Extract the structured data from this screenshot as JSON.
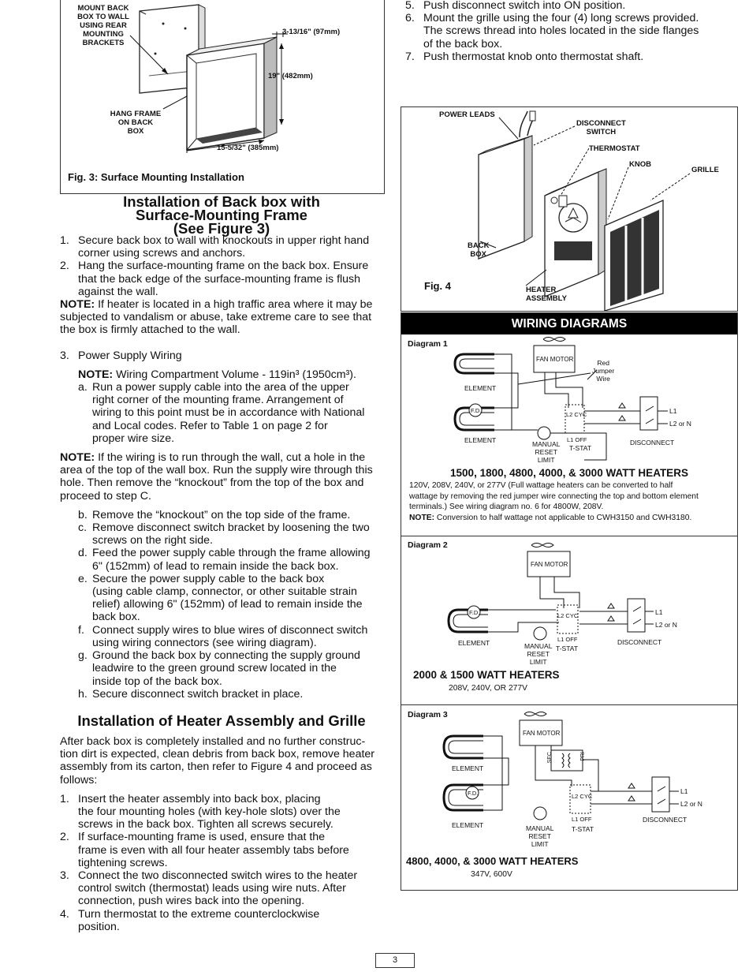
{
  "fig3": {
    "callout_mount": [
      "MOUNT BACK",
      "BOX TO WALL",
      "USING REAR",
      "MOUNTING",
      "BRACKETS"
    ],
    "callout_hang": [
      "HANG FRAME",
      "ON BACK",
      "BOX"
    ],
    "dim_depth": "3-13/16\" (97mm)",
    "dim_height": "19\" (482mm)",
    "dim_width": "15-5/32\" (385mm)",
    "caption": "Fig. 3: Surface Mounting Installation"
  },
  "section1": {
    "title": [
      "Installation of Back box with",
      "Surface-Mounting Frame",
      "(See Figure 3)"
    ],
    "steps": [
      {
        "num": "1.",
        "lines": [
          "Secure back box to wall with knockouts in upper right hand",
          "corner using screws and anchors."
        ]
      },
      {
        "num": "2.",
        "lines": [
          "Hang the surface-mounting frame on the back box. Ensure",
          "that the back edge of the surface-mounting frame is flush",
          "against the wall."
        ]
      }
    ],
    "note1_label": "NOTE:",
    "note1_lines": [
      " If heater is located in a high traffic area where it may be",
      "subjected to vandalism or abuse, take extreme care to see that",
      "the box is firmly attached to the wall."
    ],
    "step3": {
      "num": "3.",
      "text": "Power Supply Wiring"
    },
    "note2_label": "NOTE:",
    "note2_text": " Wiring Compartment Volume - 119in³ (1950cm³).",
    "sub_a": {
      "letter": "a.",
      "lines": [
        "Run a power supply cable into the area of the upper",
        "right corner of the mounting frame. Arrangement of",
        "wiring to this point must be in accordance with National",
        "and Local codes. Refer to Table 1 on page 2 for",
        "proper wire size."
      ]
    },
    "note3_label": "NOTE:",
    "note3_lines": [
      " If the wiring is to run through the wall, cut a hole in the",
      "area of the top of the wall box. Run the supply wire through this",
      "hole. Then remove the “knockout” from the top of the box and",
      "proceed to step C."
    ],
    "subs": [
      {
        "letter": "b.",
        "lines": [
          "Remove the “knockout” on the top side of the frame."
        ]
      },
      {
        "letter": "c.",
        "lines": [
          "Remove disconnect switch bracket by loosening the two",
          "screws on the right side."
        ]
      },
      {
        "letter": "d.",
        "lines": [
          "Feed the power supply cable through the frame allowing",
          "6\" (152mm) of lead to remain inside the back box."
        ]
      },
      {
        "letter": "e.",
        "lines": [
          "Secure the power supply cable to the back box",
          "(using cable clamp, connector, or other suitable strain",
          "relief) allowing 6\" (152mm) of lead to remain inside the",
          "back box."
        ]
      },
      {
        "letter": "f.",
        "lines": [
          "Connect supply wires to blue wires of disconnect switch",
          "using wiring connectors (see wiring diagram)."
        ]
      },
      {
        "letter": "g.",
        "lines": [
          "Ground the back box by connecting the supply ground",
          "leadwire to the green ground screw located in the",
          "inside top of the back box."
        ]
      },
      {
        "letter": "h.",
        "lines": [
          "Secure disconnect switch bracket in place."
        ]
      }
    ]
  },
  "section2": {
    "title": "Installation of Heater Assembly and Grille",
    "intro": [
      "After back box is completely installed and no further construc-",
      "tion dirt is expected, clean debris from back box, remove heater",
      "assembly from its carton, then refer to Figure 4 and proceed as",
      "follows:"
    ],
    "steps": [
      {
        "num": "1.",
        "lines": [
          "Insert the heater assembly into back box, placing",
          "the four mounting holes (with key-hole slots) over the",
          "screws in the back box. Tighten all screws securely."
        ]
      },
      {
        "num": "2.",
        "lines": [
          "If surface-mounting frame is used, ensure that the",
          "frame is even with all four heater assembly tabs before",
          "tightening screws."
        ]
      },
      {
        "num": "3.",
        "lines": [
          "Connect the two disconnected switch wires to the heater",
          "control switch (thermostat) leads using wire nuts. After",
          "connection, push wires back into the opening."
        ]
      },
      {
        "num": "4.",
        "lines": [
          "Turn thermostat to the extreme counterclockwise",
          "position."
        ]
      }
    ]
  },
  "right_steps": [
    {
      "num": "5.",
      "lines": [
        "Push disconnect switch into ON position."
      ]
    },
    {
      "num": "6.",
      "lines": [
        "Mount the grille using the four (4) long screws provided.",
        "The screws thread into holes located in the side flanges",
        "of the back box."
      ]
    },
    {
      "num": "7.",
      "lines": [
        "Push thermostat knob onto thermostat shaft."
      ]
    }
  ],
  "fig4": {
    "power_leads": "POWER LEADS",
    "disconnect_switch": [
      "DISCONNECT",
      "SWITCH"
    ],
    "thermostat": "THERMOSTAT",
    "knob": "KNOB",
    "grille": "GRILLE",
    "back_box": [
      "BACK",
      "BOX"
    ],
    "heater_assembly": [
      "HEATER",
      "ASSEMBLY"
    ],
    "caption": "Fig. 4"
  },
  "wiring": {
    "header": "WIRING DIAGRAMS",
    "labels": {
      "fan_motor": "FAN MOTOR",
      "element": "ELEMENT",
      "fd": "F.D.",
      "manual_reset_limit": [
        "MANUAL",
        "RESET",
        "LIMIT"
      ],
      "tstat": "T-STAT",
      "l2cyc": "L2 CYC",
      "l1off": "L1 OFF",
      "disconnect": "DISCONNECT",
      "l1": "L1",
      "l2n": "L2 or N",
      "sec": "SEC",
      "pri": "PRI"
    },
    "d1": {
      "label": "Diagram 1",
      "jumper": [
        "Red",
        "Jumper",
        "Wire"
      ],
      "title": "1500, 1800, 4800, 4000, & 3000 WATT HEATERS",
      "desc": [
        "120V, 208V, 240V, or 277V  (Full wattage heaters can be converted to half",
        "wattage by removing the red jumper wire connecting the top and bottom element",
        "terminals.) See wiring diagram no. 6 for 4800W, 208V."
      ],
      "note_label": "NOTE:",
      "note_text": " Conversion to half wattage not applicable to CWH3150 and CWH3180."
    },
    "d2": {
      "label": "Diagram 2",
      "title": "2000 & 1500 WATT HEATERS",
      "volts": "208V, 240V, OR 277V"
    },
    "d3": {
      "label": "Diagram 3",
      "title": "4800, 4000, & 3000 WATT HEATERS",
      "volts": "347V, 600V"
    }
  },
  "page_number": "3"
}
